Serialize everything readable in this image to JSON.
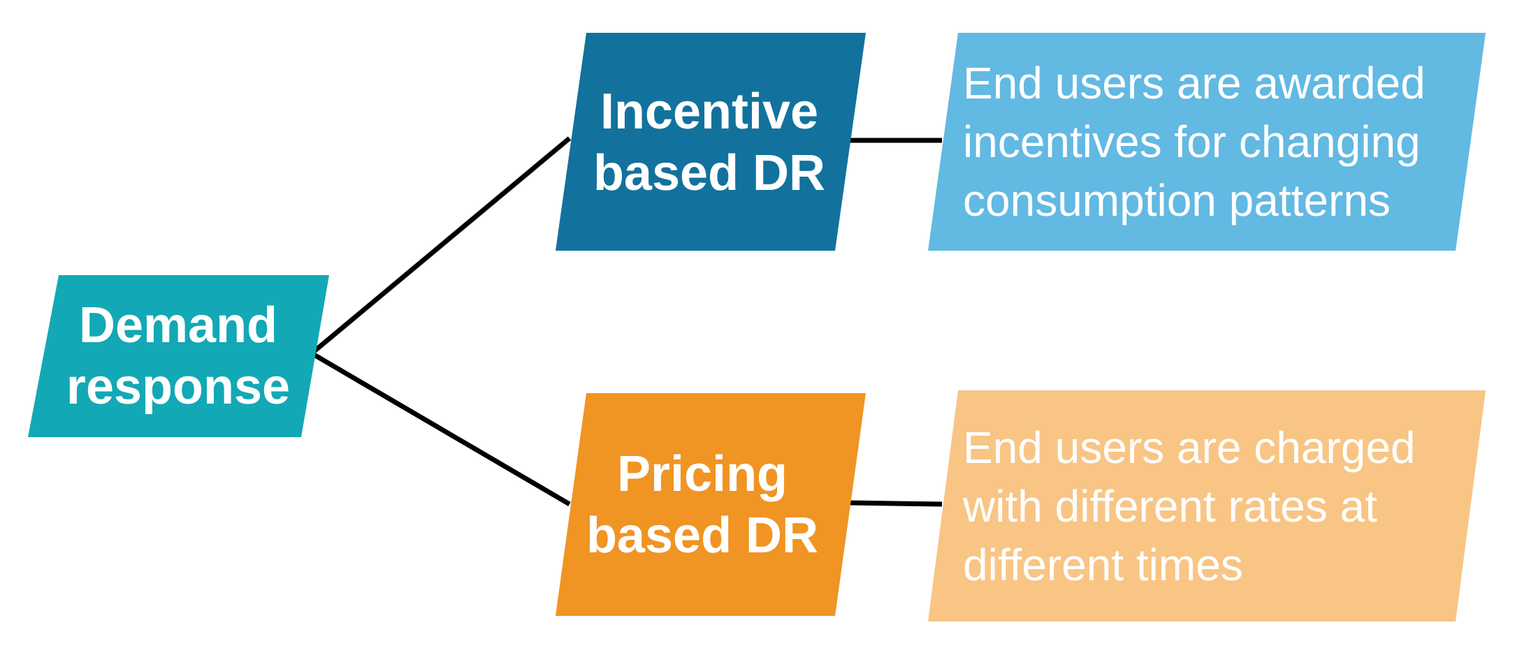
{
  "colors": {
    "root": "#13A8B5",
    "incentive": "#12729D",
    "incentive_desc": "#62B9E2",
    "pricing": "#F09423",
    "pricing_desc": "#F8C585",
    "connector": "#000000",
    "text": "#FFFFFF"
  },
  "root": {
    "lines": [
      "Demand",
      "response"
    ]
  },
  "branches": [
    {
      "title_lines": [
        "Incentive",
        "based DR"
      ],
      "description_lines": [
        "End users are awarded",
        "incentives for changing",
        "consumption patterns"
      ]
    },
    {
      "title_lines": [
        "Pricing",
        "based DR"
      ],
      "description_lines": [
        "End users are charged",
        "with different rates at",
        "different times"
      ]
    }
  ]
}
